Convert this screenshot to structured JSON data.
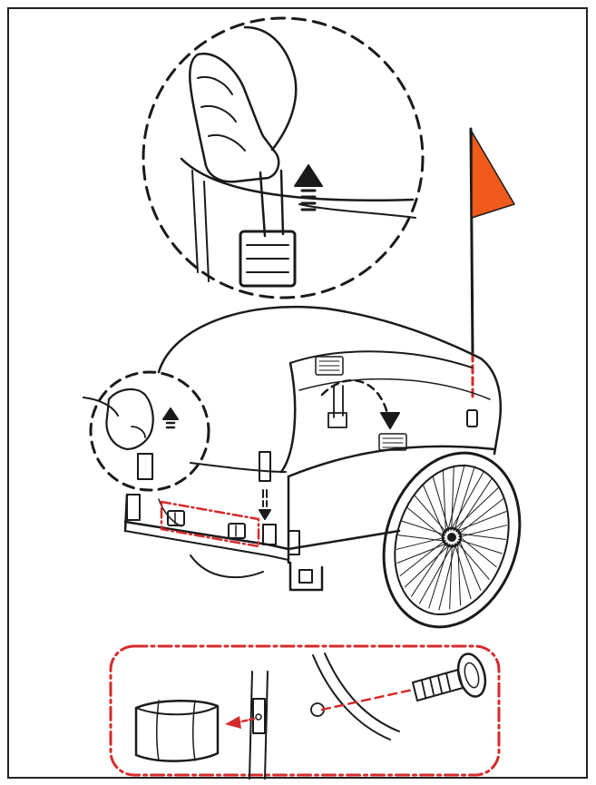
{
  "diagram": {
    "colors": {
      "line": "#1a1a1a",
      "accent": "#d62b2b",
      "flag": "#f05a1a",
      "background": "#ffffff"
    },
    "parts": [
      "magnified-strap-detail",
      "magnified-buckle-detail",
      "trailer-cover",
      "trailer-frame",
      "safety-flag",
      "wheel",
      "hardware-detail-box"
    ]
  }
}
